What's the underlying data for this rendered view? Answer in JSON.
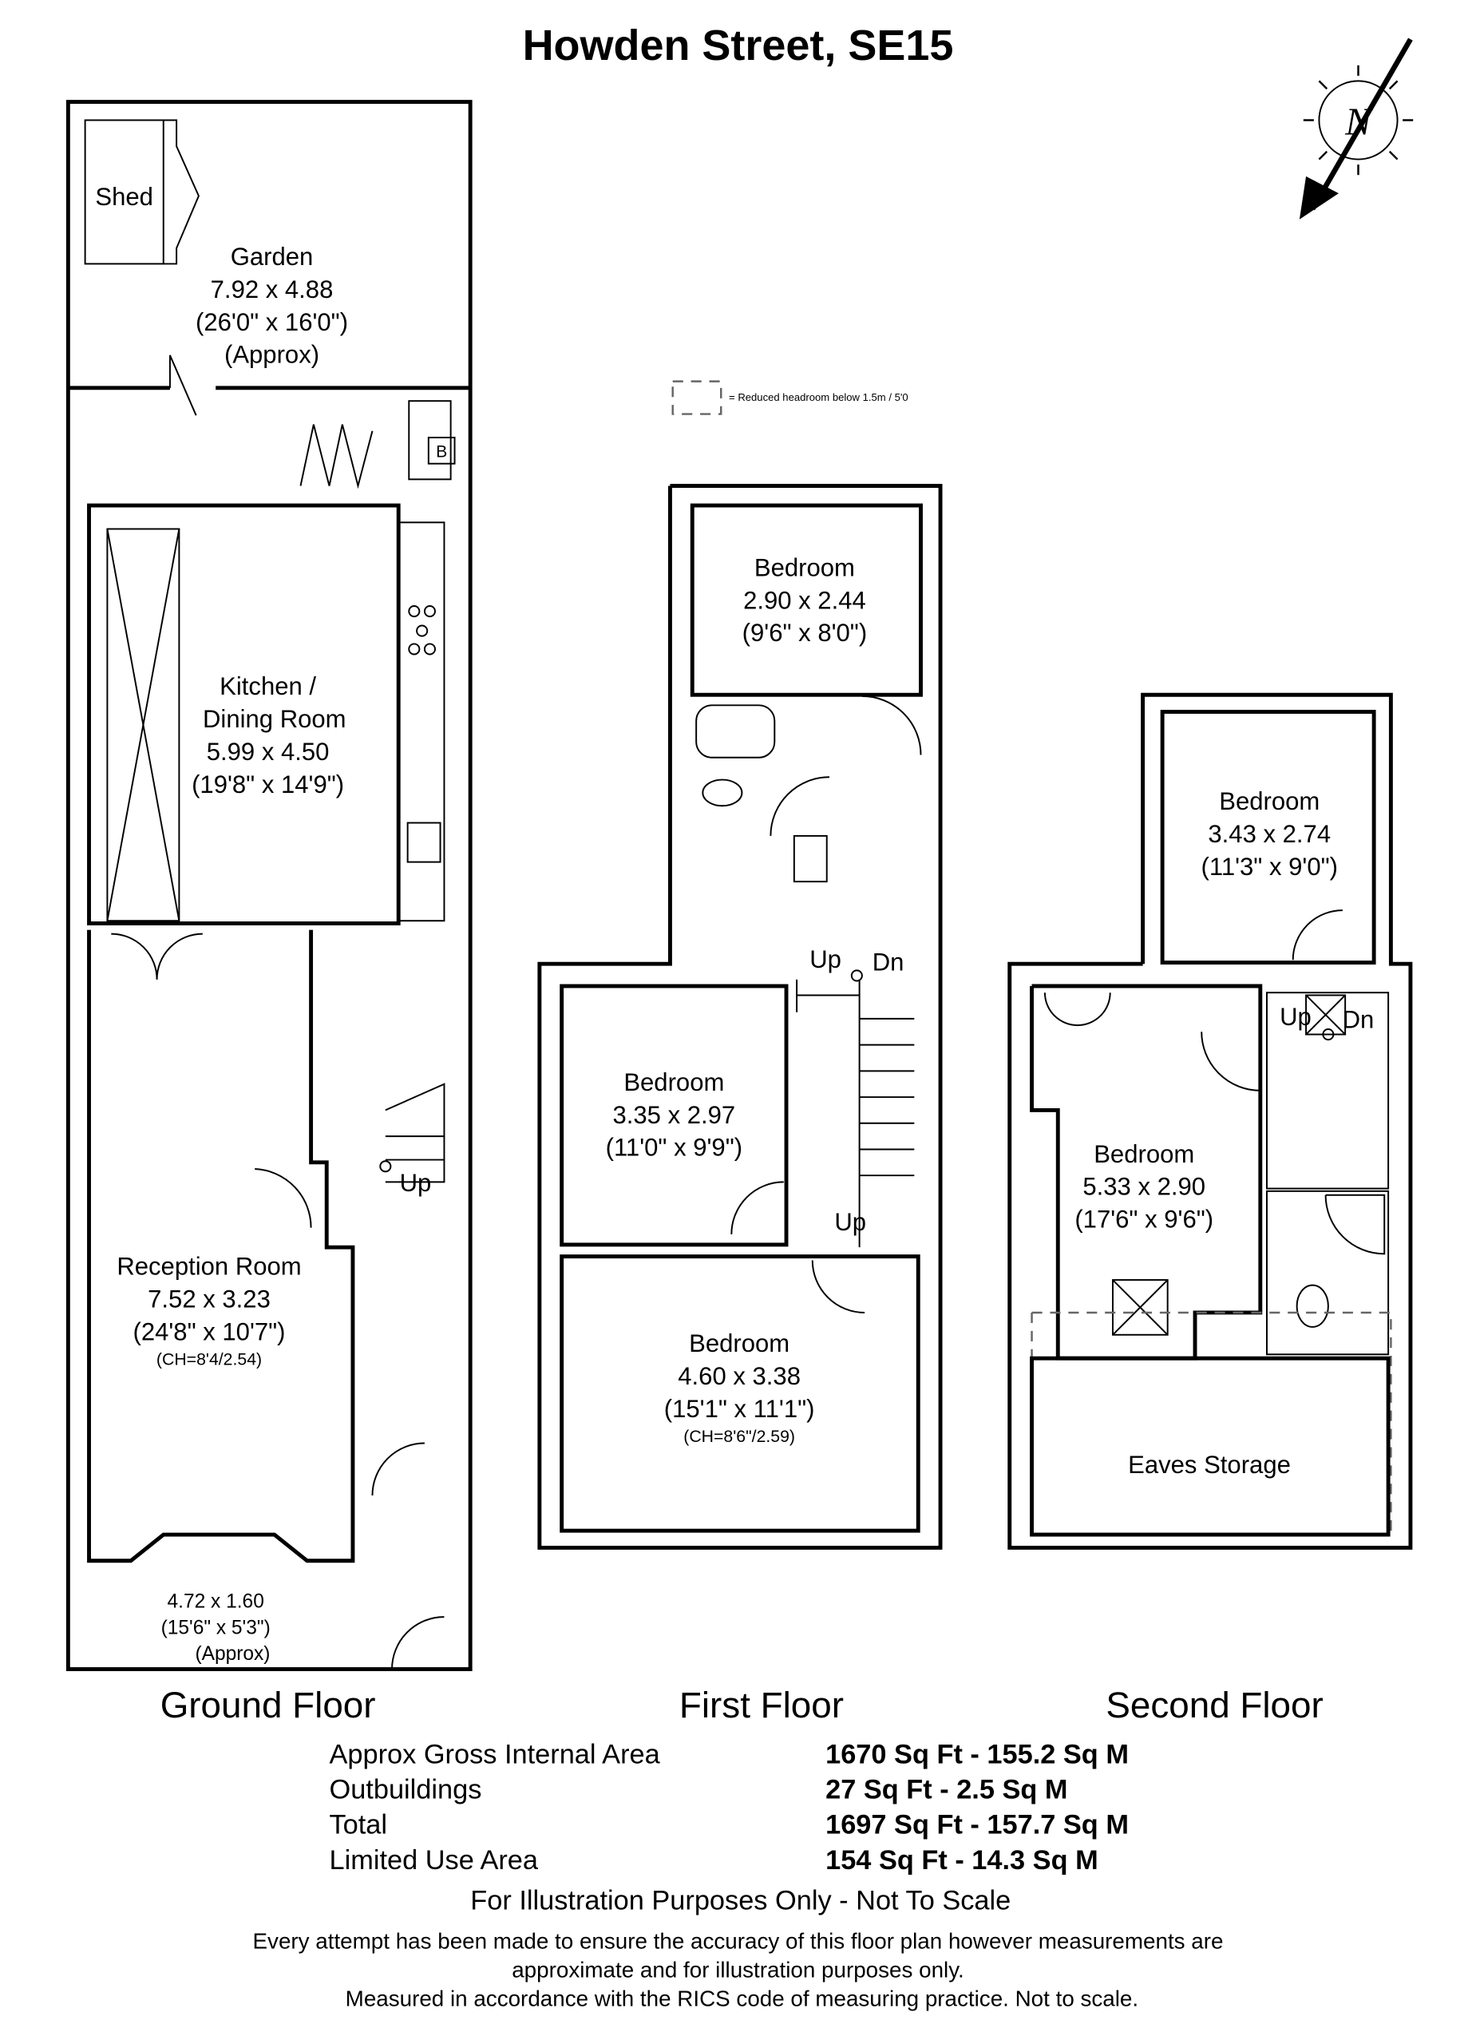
{
  "title": "Howden Street, SE15",
  "compass": "N",
  "legend": "= Reduced headroom below 1.5m / 5'0",
  "ground_floor": {
    "label": "Ground Floor",
    "shed": "Shed",
    "boiler": "B",
    "garden": [
      "Garden",
      "7.92 x 4.88",
      "(26'0\" x 16'0\")",
      "(Approx)"
    ],
    "kitchen": [
      "Kitchen /",
      "Dining Room",
      "5.99 x 4.50",
      "(19'8\" x 14'9\")"
    ],
    "reception": [
      "Reception Room",
      "7.52 x 3.23",
      "(24'8\" x 10'7\")",
      "(CH=8'4/2.54)"
    ],
    "front": [
      "4.72 x 1.60",
      "(15'6\" x 5'3\")",
      "(Approx)"
    ],
    "stairs": "Up"
  },
  "first_floor": {
    "label": "First Floor",
    "bedroom_rear": [
      "Bedroom",
      "2.90 x 2.44",
      "(9'6\" x 8'0\")"
    ],
    "bedroom_mid": [
      "Bedroom",
      "3.35 x 2.97",
      "(11'0\" x 9'9\")"
    ],
    "bedroom_front": [
      "Bedroom",
      "4.60 x 3.38",
      "(15'1\" x 11'1\")",
      "(CH=8'6\"/2.59)"
    ],
    "up": "Up",
    "dn": "Dn",
    "up2": "Up"
  },
  "second_floor": {
    "label": "Second Floor",
    "bedroom_rear": [
      "Bedroom",
      "3.43 x 2.74",
      "(11'3\" x 9'0\")"
    ],
    "bedroom_main": [
      "Bedroom",
      "5.33 x 2.90",
      "(17'6\" x 9'6\")"
    ],
    "eaves": "Eaves Storage",
    "up": "Up",
    "dn": "Dn"
  },
  "areas": [
    {
      "label": "Approx Gross Internal Area",
      "value": "1670 Sq Ft - 155.2 Sq M"
    },
    {
      "label": "Outbuildings",
      "value": "27 Sq Ft - 2.5 Sq M"
    },
    {
      "label": "Total",
      "value": "1697 Sq Ft - 157.7 Sq M"
    },
    {
      "label": "Limited Use Area",
      "value": "154 Sq Ft - 14.3 Sq M"
    }
  ],
  "disclaimer_heading": "For Illustration Purposes Only - Not To Scale",
  "disclaimer": [
    "Every attempt has been made to ensure the accuracy of this floor plan however measurements are",
    "approximate and for illustration purposes only.",
    "Measured in accordance with the RICS code of measuring practice. Not to scale."
  ]
}
